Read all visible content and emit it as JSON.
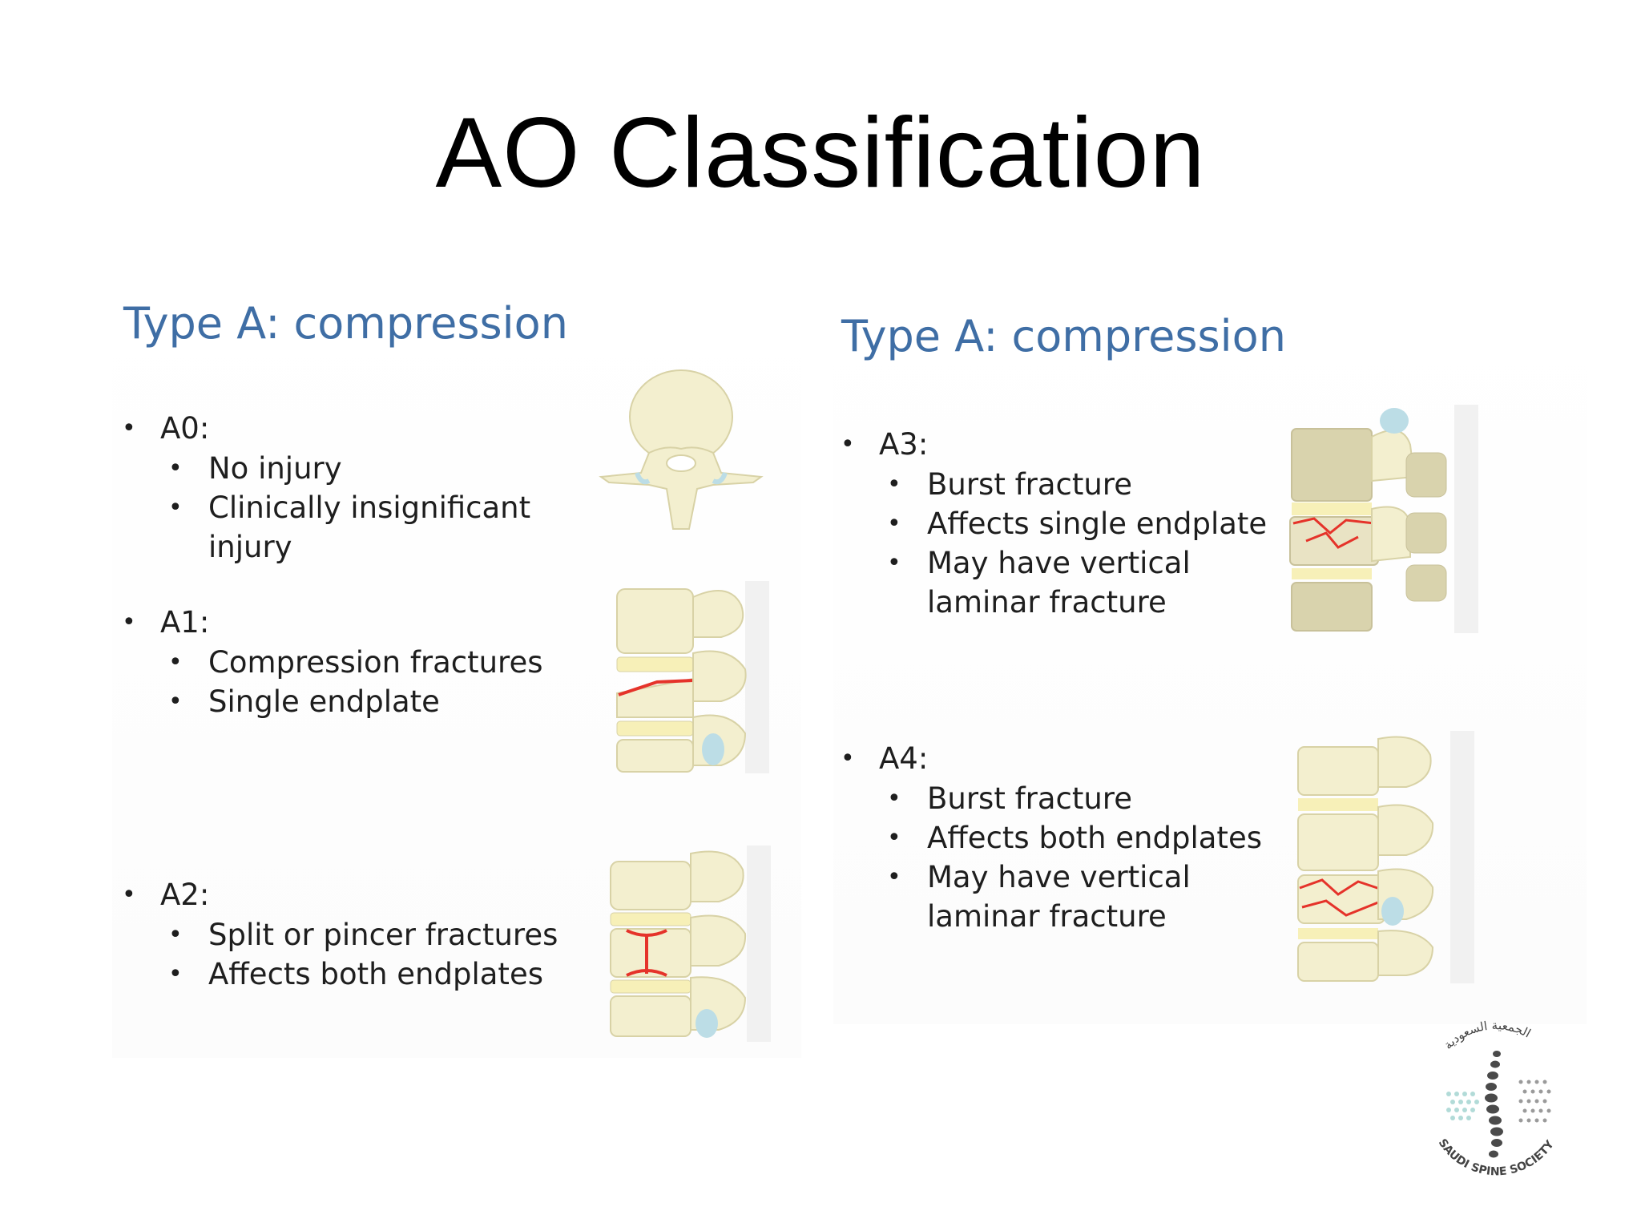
{
  "title": "AO Classification",
  "left_panel": {
    "heading": "Type A: compression",
    "groups": [
      {
        "code": "A0:",
        "items": [
          "No injury",
          "Clinically insignificant injury"
        ]
      },
      {
        "code": "A1:",
        "items": [
          "Compression fractures",
          "Single endplate"
        ]
      },
      {
        "code": "A2:",
        "items": [
          "Split or pincer fractures",
          "Affects both endplates"
        ]
      }
    ]
  },
  "right_panel": {
    "heading": "Type A: compression",
    "groups": [
      {
        "code": "A3:",
        "items": [
          "Burst fracture",
          "Affects single endplate",
          "May have vertical laminar fracture"
        ]
      },
      {
        "code": "A4:",
        "items": [
          "Burst fracture",
          "Affects both endplates",
          "May have vertical laminar fracture"
        ]
      }
    ]
  },
  "logo": {
    "text": "SAUDI SPINE SOCIETY",
    "arabic": "الجمعية السعودية"
  },
  "colors": {
    "heading": "#3f6ea5",
    "bone": "#f3efcf",
    "bone_edge": "#d8d2a6",
    "fracture": "#e5332a",
    "disc": "#f7f0b8"
  }
}
